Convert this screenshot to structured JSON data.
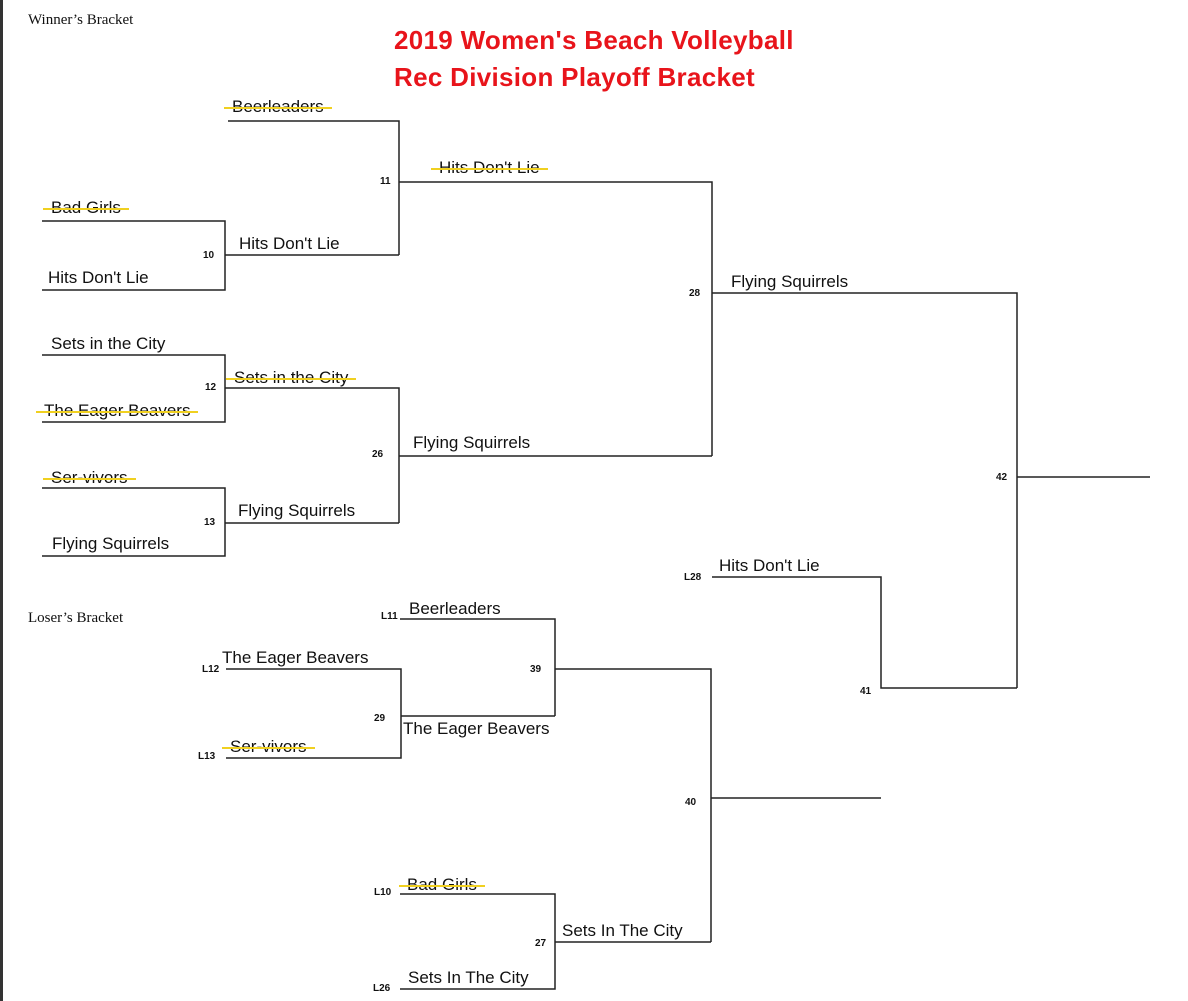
{
  "header": {
    "title_line1": "2019 Women's Beach Volleyball",
    "title_line2": "Rec Division Playoff Bracket",
    "winners_label": "Winner’s Bracket",
    "losers_label": "Loser’s Bracket"
  },
  "colors": {
    "title": "#e8141b",
    "eliminated_strike": "#f0d020"
  },
  "winners": {
    "teams": [
      {
        "name": "Beerleaders",
        "eliminated": true
      },
      {
        "name": "Bad Girls",
        "eliminated": true
      },
      {
        "name": "Hits Don't Lie",
        "eliminated": false
      },
      {
        "name": "Hits Don't Lie",
        "eliminated": false
      },
      {
        "name": "Hits Don't Lie",
        "eliminated": true
      },
      {
        "name": "Sets in the City",
        "eliminated": false
      },
      {
        "name": "The Eager Beavers",
        "eliminated": true
      },
      {
        "name": "Sets in the City",
        "eliminated": true
      },
      {
        "name": "Ser-vivors",
        "eliminated": true
      },
      {
        "name": "Flying Squirrels",
        "eliminated": false
      },
      {
        "name": "Flying Squirrels",
        "eliminated": false
      },
      {
        "name": "Flying Squirrels",
        "eliminated": false
      },
      {
        "name": "Flying Squirrels",
        "eliminated": false
      }
    ],
    "games": [
      "10",
      "11",
      "12",
      "13",
      "26",
      "28",
      "42"
    ]
  },
  "losers": {
    "teams": [
      {
        "name": "Beerleaders",
        "eliminated": false
      },
      {
        "name": "The Eager Beavers",
        "eliminated": false
      },
      {
        "name": "Ser-vivors",
        "eliminated": true
      },
      {
        "name": "The Eager Beavers",
        "eliminated": false
      },
      {
        "name": "Bad Girls",
        "eliminated": true
      },
      {
        "name": "Sets In The City",
        "eliminated": false
      },
      {
        "name": "Sets In The City",
        "eliminated": false
      },
      {
        "name": "Hits Don't Lie",
        "eliminated": false
      }
    ],
    "games": [
      "L11",
      "L12",
      "L13",
      "29",
      "39",
      "L10",
      "L26",
      "27",
      "40",
      "L28",
      "41"
    ]
  }
}
